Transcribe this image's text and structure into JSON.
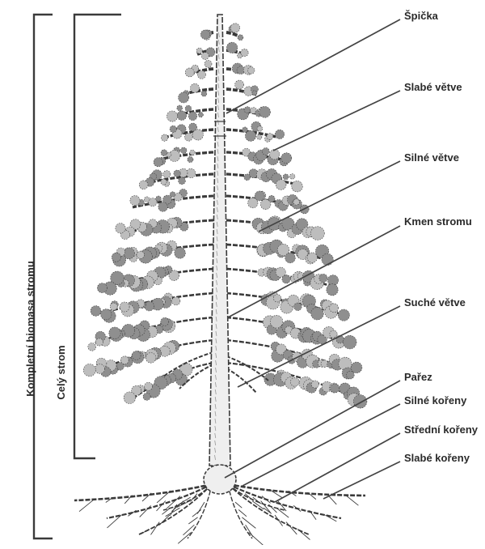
{
  "brackets": {
    "total_biomass": "Kompletní biomasa stromu",
    "whole_tree": "Celý strom"
  },
  "labels": {
    "tip": "Špička",
    "weak_branches": "Slabé větve",
    "strong_branches": "Silné větve",
    "trunk": "Kmen stromu",
    "dry_branches": "Suché větve",
    "stump": "Pařez",
    "strong_roots": "Silné kořeny",
    "medium_roots": "Střední kořeny",
    "weak_roots": "Slabé kořeny"
  },
  "colors": {
    "ink": "#3a3a3a",
    "foliage": "#8f8f8f",
    "foliage_light": "#bdbdbd",
    "trunk_fill": "#efefef",
    "leader_line": "#444444"
  }
}
